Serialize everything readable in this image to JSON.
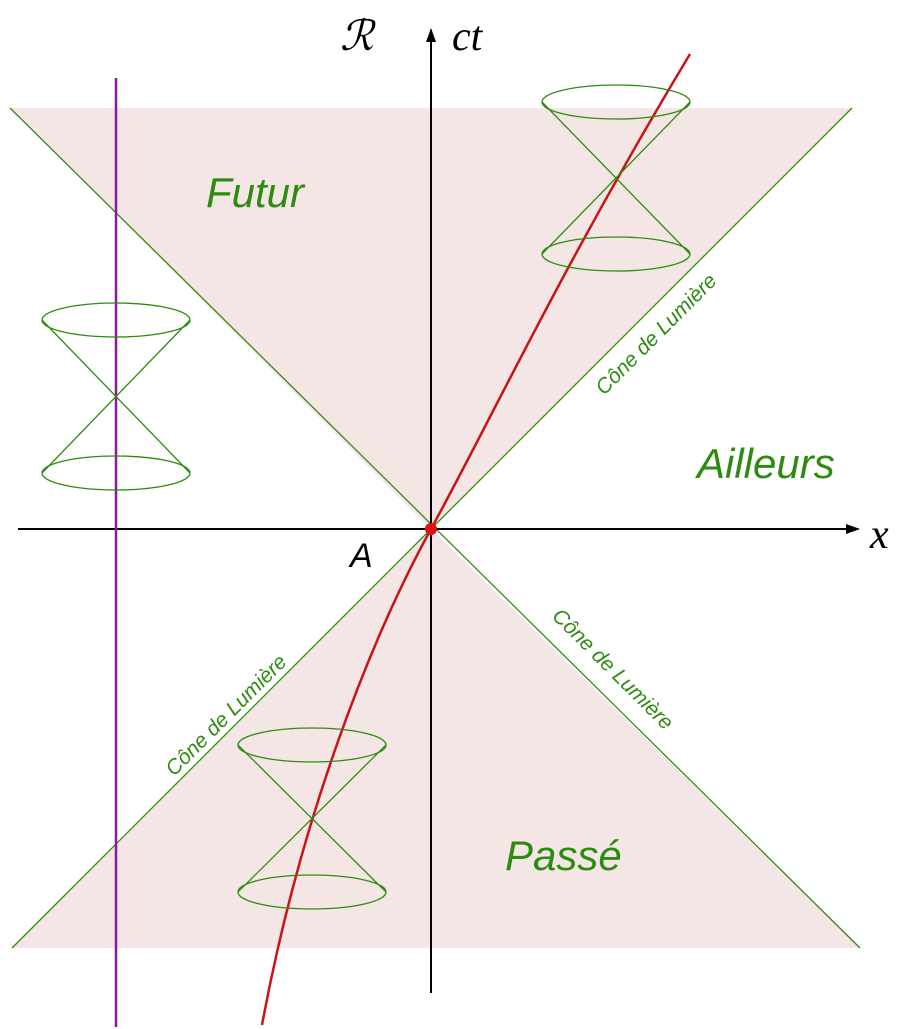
{
  "axes": {
    "time_label": "ct",
    "space_label": "x",
    "frame_label": "ℛ"
  },
  "event": {
    "label": "A"
  },
  "regions": {
    "future": "Futur",
    "past": "Passé",
    "elsewhere": "Ailleurs"
  },
  "light_cone": {
    "label_upper_right": "Cône de Lumière",
    "label_lower_left": "Cône de Lumière",
    "label_lower_right": "Cône de Lumière"
  },
  "colors": {
    "cone_fill": "#f5e6e6",
    "cone_line": "#2e8b12",
    "worldline": "#c81414",
    "static_worldline": "#8b1a9a",
    "axis": "#000000",
    "event_point": "#e01010"
  }
}
